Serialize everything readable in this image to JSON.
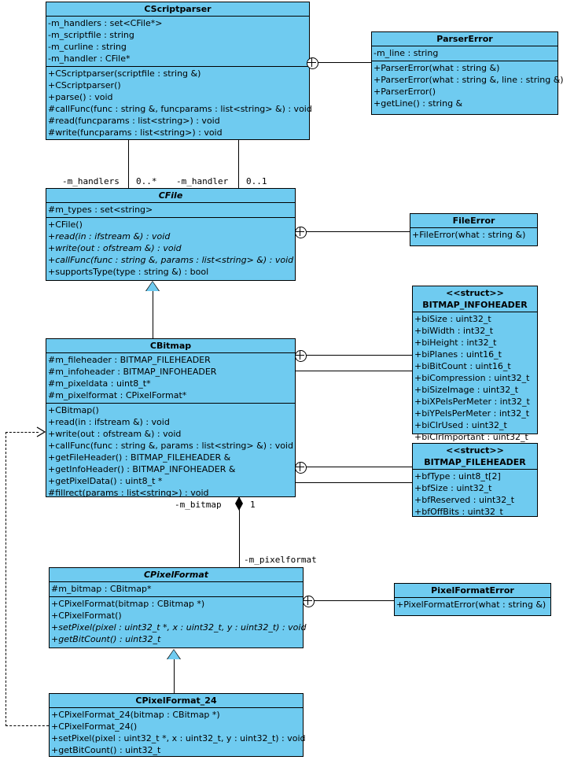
{
  "diagram": {
    "kind": "uml-class-diagram",
    "background": "#ffffff",
    "box_fill": "#6fcbf0",
    "line_color": "#000000"
  },
  "classes": {
    "cscriptparser": {
      "name": "CScriptparser",
      "attributes": [
        "-m_handlers : set<CFile*>",
        "-m_scriptfile : string",
        "-m_curline : string",
        "-m_handler : CFile*"
      ],
      "operations": [
        "+CScriptparser(scriptfile : string &)",
        "+CScriptparser()",
        "+parse() : void",
        "#callFunc(func : string &, funcparams : list<string> &) : void",
        "#read(funcparams : list<string>) : void",
        "#write(funcparams : list<string>) : void"
      ]
    },
    "parsererror": {
      "name": "ParserError",
      "attributes": [
        "-m_line : string"
      ],
      "operations": [
        "+ParserError(what : string &)",
        "+ParserError(what : string &, line : string &)",
        "+ParserError()",
        "+getLine() : string &"
      ]
    },
    "cfile": {
      "name": "CFile",
      "abstract": true,
      "attributes": [
        "#m_types : set<string>"
      ],
      "operations": [
        "+CFile()",
        "+read(in : ifstream &) : void",
        "+write(out : ofstream &) : void",
        "+callFunc(func : string &, params : list<string> &) : void",
        "+supportsType(type : string &) : bool"
      ],
      "abstract_operations": [
        1,
        2,
        3
      ]
    },
    "fileerror": {
      "name": "FileError",
      "operations": [
        "+FileError(what : string &)"
      ]
    },
    "cbitmap": {
      "name": "CBitmap",
      "attributes": [
        "#m_fileheader : BITMAP_FILEHEADER",
        "#m_infoheader : BITMAP_INFOHEADER",
        "#m_pixeldata : uint8_t*",
        "#m_pixelformat : CPixelFormat*"
      ],
      "operations": [
        "+CBitmap()",
        "+read(in : ifstream &) : void",
        "+write(out : ofstream &) : void",
        "+callFunc(func : string &, params : list<string> &) : void",
        "+getFileHeader() : BITMAP_FILEHEADER &",
        "+getInfoHeader() : BITMAP_INFOHEADER &",
        "+getPixelData() : uint8_t *",
        "#fillrect(params : list<string>) : void"
      ]
    },
    "bitmap_infoheader": {
      "stereotype": "<<struct>>",
      "name": "BITMAP_INFOHEADER",
      "attributes": [
        "+biSize : uint32_t",
        "+biWidth : int32_t",
        "+biHeight : int32_t",
        "+biPlanes : uint16_t",
        "+biBitCount : uint16_t",
        "+biCompression : uint32_t",
        "+biSizeImage : uint32_t",
        "+biXPelsPerMeter : int32_t",
        "+biYPelsPerMeter : int32_t",
        "+biClrUsed : uint32_t",
        "+biClrImportant : uint32_t"
      ]
    },
    "bitmap_fileheader": {
      "stereotype": "<<struct>>",
      "name": "BITMAP_FILEHEADER",
      "attributes": [
        "+bfType : uint8_t[2]",
        "+bfSize : uint32_t",
        "+bfReserved : uint32_t",
        "+bfOffBits : uint32_t"
      ]
    },
    "cpixelformat": {
      "name": "CPixelFormat",
      "abstract": true,
      "attributes": [
        "#m_bitmap : CBitmap*"
      ],
      "operations": [
        "+CPixelFormat(bitmap : CBitmap *)",
        "+CPixelFormat()",
        "+setPixel(pixel : uint32_t *, x : uint32_t, y : uint32_t) : void",
        "+getBitCount() : uint32_t"
      ],
      "abstract_operations": [
        2,
        3
      ]
    },
    "pixelformaterror": {
      "name": "PixelFormatError",
      "operations": [
        "+PixelFormatError(what : string &)"
      ]
    },
    "cpixelformat_24": {
      "name": "CPixelFormat_24",
      "operations": [
        "+CPixelFormat_24(bitmap : CBitmap *)",
        "+CPixelFormat_24()",
        "+setPixel(pixel : uint32_t *, x : uint32_t, y : uint32_t) : void",
        "+getBitCount() : uint32_t"
      ]
    }
  },
  "edge_labels": {
    "m_handlers_role": "-m_handlers",
    "m_handlers_mult": "0..*",
    "m_handler_role": "-m_handler",
    "m_handler_mult": "0..1",
    "m_bitmap_role": "-m_bitmap",
    "m_bitmap_mult": "1",
    "m_pixelformat_role": "-m_pixelformat"
  }
}
